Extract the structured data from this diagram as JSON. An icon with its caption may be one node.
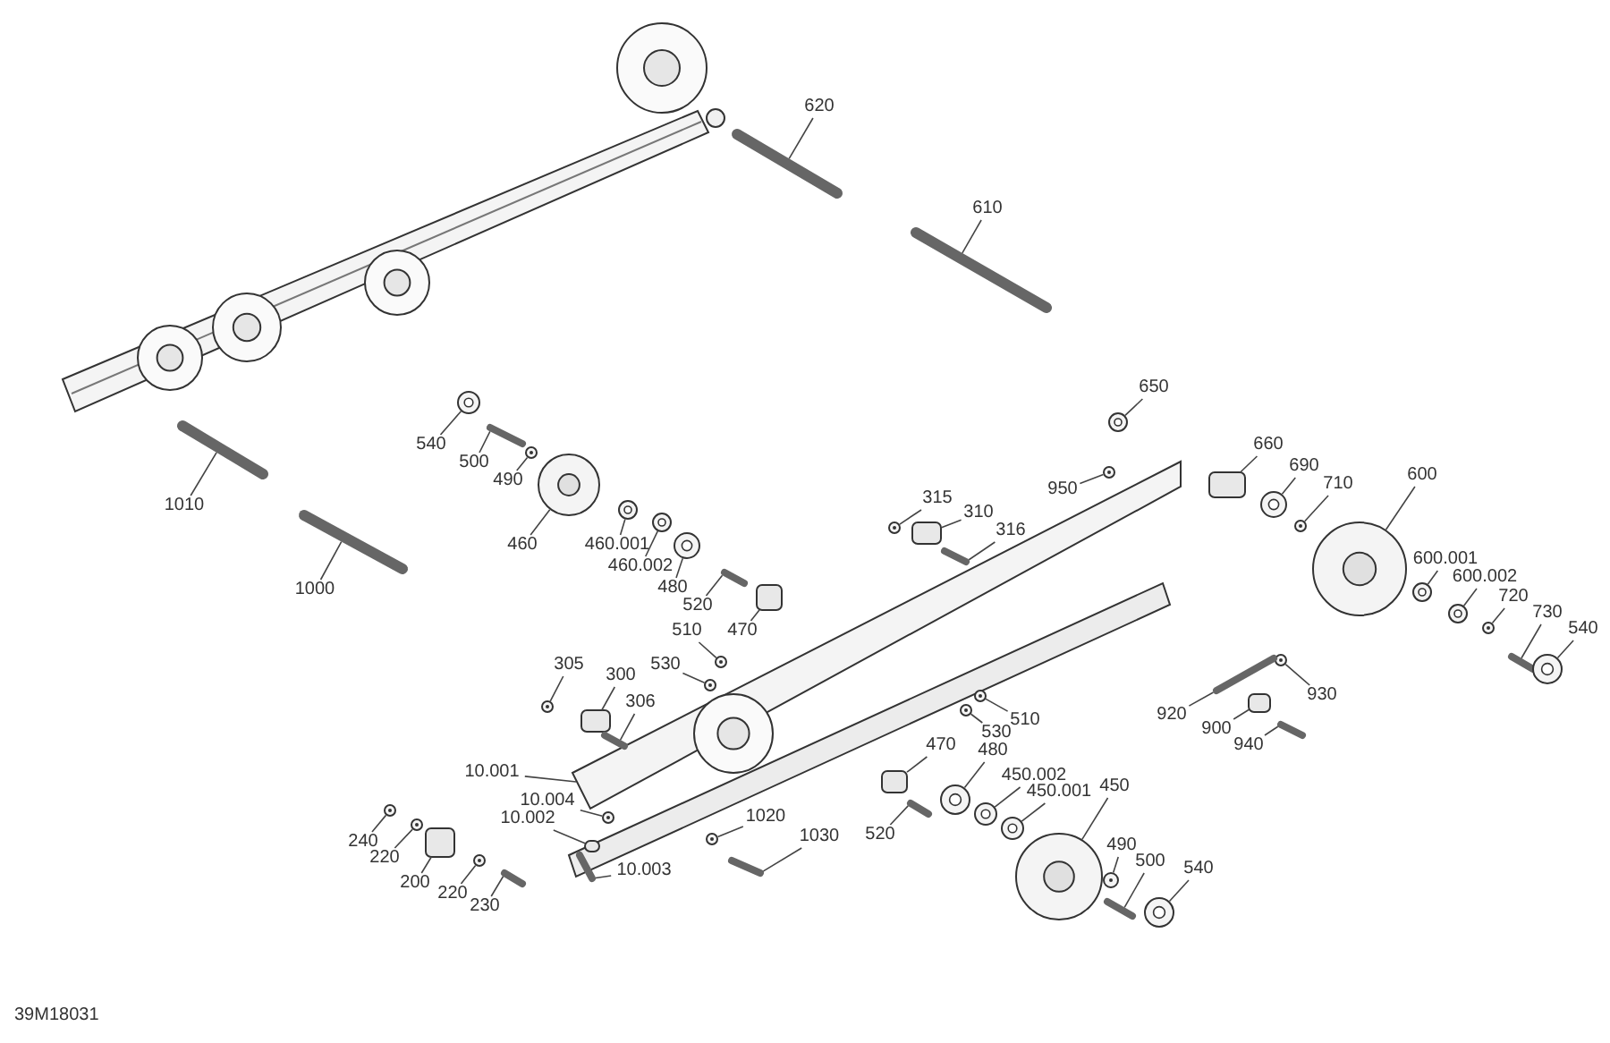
{
  "diagram": {
    "nodes": [
      {
        "text": [
          "620"
        ]
      },
      {
        "text": [
          "610"
        ]
      },
      {
        "text": [
          "540"
        ]
      },
      {
        "text": [
          "500"
        ]
      },
      {
        "text": [
          "490"
        ]
      },
      {
        "text": [
          "650"
        ]
      },
      {
        "text": [
          "660"
        ]
      },
      {
        "text": [
          "690"
        ]
      },
      {
        "text": [
          "950"
        ]
      },
      {
        "text": [
          "710"
        ]
      },
      {
        "text": [
          "600"
        ]
      },
      {
        "text": [
          "315"
        ]
      },
      {
        "text": [
          "1010"
        ]
      },
      {
        "text": [
          "310"
        ]
      },
      {
        "text": [
          "460"
        ]
      },
      {
        "text": [
          "460.001"
        ]
      },
      {
        "text": [
          "316"
        ]
      },
      {
        "text": [
          "460.002"
        ]
      },
      {
        "text": [
          "480"
        ]
      },
      {
        "text": [
          "1000"
        ]
      },
      {
        "text": [
          "600.001"
        ]
      },
      {
        "text": [
          "600.002"
        ]
      },
      {
        "text": [
          "720"
        ]
      },
      {
        "text": [
          "520"
        ]
      },
      {
        "text": [
          "730"
        ]
      },
      {
        "text": [
          "470"
        ]
      },
      {
        "text": [
          "540"
        ]
      },
      {
        "text": [
          "510"
        ]
      },
      {
        "text": [
          "530"
        ]
      },
      {
        "text": [
          "305"
        ]
      },
      {
        "text": [
          "300"
        ]
      },
      {
        "text": [
          "930"
        ]
      },
      {
        "text": [
          "306"
        ]
      },
      {
        "text": [
          "920"
        ]
      },
      {
        "text": [
          "510"
        ]
      },
      {
        "text": [
          "900"
        ]
      },
      {
        "text": [
          "530"
        ]
      },
      {
        "text": [
          "470"
        ]
      },
      {
        "text": [
          "940"
        ]
      },
      {
        "text": [
          "480"
        ]
      },
      {
        "text": [
          "10.001"
        ]
      },
      {
        "text": [
          "450.002"
        ]
      },
      {
        "text": [
          "450.001"
        ]
      },
      {
        "text": [
          "450"
        ]
      },
      {
        "text": [
          "10.004"
        ]
      },
      {
        "text": [
          "1020"
        ]
      },
      {
        "text": [
          "10.002"
        ]
      },
      {
        "text": [
          "1030"
        ]
      },
      {
        "text": [
          "520"
        ]
      },
      {
        "text": [
          "240"
        ]
      },
      {
        "text": [
          "490"
        ]
      },
      {
        "text": [
          "220"
        ]
      },
      {
        "text": [
          "500"
        ]
      },
      {
        "text": [
          "540"
        ]
      },
      {
        "text": [
          "10.003"
        ]
      },
      {
        "text": [
          "200"
        ]
      },
      {
        "text": [
          "220"
        ]
      },
      {
        "text": [
          "230"
        ]
      },
      {
        "text": [],
        "shape": "bar"
      },
      {
        "text": [],
        "shape": "bar"
      },
      {
        "text": [],
        "shape": "circle"
      },
      {
        "text": [],
        "shape": "bar"
      },
      {
        "text": [],
        "shape": "circle"
      },
      {
        "text": [],
        "shape": "circle"
      },
      {
        "text": [],
        "shape": "box"
      },
      {
        "text": [],
        "shape": "circle"
      },
      {
        "text": [],
        "shape": "circle"
      },
      {
        "text": [],
        "shape": "circle"
      },
      {
        "text": [],
        "shape": "circle"
      },
      {
        "text": [],
        "shape": "circle"
      },
      {
        "text": [],
        "shape": "bar"
      },
      {
        "text": [],
        "shape": "box"
      },
      {
        "text": [],
        "shape": "circle"
      },
      {
        "text": [],
        "shape": "circle"
      },
      {
        "text": [],
        "shape": "bar"
      },
      {
        "text": [],
        "shape": "circle"
      },
      {
        "text": [],
        "shape": "circle"
      },
      {
        "text": [],
        "shape": "bar"
      },
      {
        "text": [],
        "shape": "circle"
      },
      {
        "text": [],
        "shape": "circle"
      },
      {
        "text": [],
        "shape": "circle"
      },
      {
        "text": [],
        "shape": "bar"
      },
      {
        "text": [],
        "shape": "bar"
      },
      {
        "text": [],
        "shape": "box"
      },
      {
        "text": [],
        "shape": "circle"
      },
      {
        "text": [],
        "shape": "circle"
      },
      {
        "text": [],
        "shape": "circle"
      },
      {
        "text": [],
        "shape": "circle"
      },
      {
        "text": [],
        "shape": "box"
      },
      {
        "text": [],
        "shape": "circle"
      },
      {
        "text": [],
        "shape": "bar"
      },
      {
        "text": [],
        "shape": "bar"
      },
      {
        "text": [],
        "shape": "circle"
      },
      {
        "text": [],
        "shape": "box"
      },
      {
        "text": [],
        "shape": "circle"
      },
      {
        "text": [],
        "shape": "box"
      },
      {
        "text": [],
        "shape": "bar"
      },
      {
        "text": [],
        "shape": "circle"
      },
      {
        "text": [],
        "shape": "bar"
      },
      {
        "text": [],
        "shape": "circle"
      },
      {
        "text": [],
        "shape": "circle"
      },
      {
        "text": [],
        "shape": "circle"
      },
      {
        "text": [],
        "shape": "circle"
      },
      {
        "text": [],
        "shape": "circle"
      },
      {
        "text": [],
        "shape": "box"
      },
      {
        "text": [],
        "shape": "bar"
      },
      {
        "text": [],
        "shape": "bar"
      },
      {
        "text": [],
        "shape": "circle"
      },
      {
        "text": [],
        "shape": "circle"
      },
      {
        "text": [],
        "shape": "circle"
      },
      {
        "text": [],
        "shape": "bar"
      },
      {
        "text": [],
        "shape": "circle"
      },
      {
        "text": [],
        "shape": "bar"
      },
      {
        "text": [],
        "shape": "box"
      },
      {
        "text": [],
        "shape": "circle"
      },
      {
        "text": [],
        "shape": "bar"
      }
    ],
    "edges": [
      {
        "from": 0,
        "to": 58,
        "arrow": "none"
      },
      {
        "from": 1,
        "to": 59,
        "arrow": "none"
      },
      {
        "from": 2,
        "to": 60,
        "arrow": "none"
      },
      {
        "from": 3,
        "to": 61,
        "arrow": "none"
      },
      {
        "from": 4,
        "to": 62,
        "arrow": "none"
      },
      {
        "from": 5,
        "to": 63,
        "arrow": "none"
      },
      {
        "from": 6,
        "to": 64,
        "arrow": "none"
      },
      {
        "from": 7,
        "to": 65,
        "arrow": "none"
      },
      {
        "from": 8,
        "to": 66,
        "arrow": "none"
      },
      {
        "from": 9,
        "to": 67,
        "arrow": "none"
      },
      {
        "from": 10,
        "to": 68,
        "arrow": "none"
      },
      {
        "from": 11,
        "to": 69,
        "arrow": "none"
      },
      {
        "from": 12,
        "to": 70,
        "arrow": "none"
      },
      {
        "from": 13,
        "to": 71,
        "arrow": "none"
      },
      {
        "from": 14,
        "to": 72,
        "arrow": "none"
      },
      {
        "from": 15,
        "to": 73,
        "arrow": "none"
      },
      {
        "from": 16,
        "to": 74,
        "arrow": "none"
      },
      {
        "from": 17,
        "to": 75,
        "arrow": "none"
      },
      {
        "from": 18,
        "to": 76,
        "arrow": "none"
      },
      {
        "from": 19,
        "to": 77,
        "arrow": "none"
      },
      {
        "from": 20,
        "to": 78,
        "arrow": "none"
      },
      {
        "from": 21,
        "to": 79,
        "arrow": "none"
      },
      {
        "from": 22,
        "to": 80,
        "arrow": "none"
      },
      {
        "from": 23,
        "to": 81,
        "arrow": "none"
      },
      {
        "from": 24,
        "to": 82,
        "arrow": "none"
      },
      {
        "from": 25,
        "to": 83,
        "arrow": "none"
      },
      {
        "from": 26,
        "to": 84,
        "arrow": "none"
      },
      {
        "from": 27,
        "to": 85,
        "arrow": "none"
      },
      {
        "from": 28,
        "to": 86,
        "arrow": "none"
      },
      {
        "from": 29,
        "to": 87,
        "arrow": "none"
      },
      {
        "from": 30,
        "to": 88,
        "arrow": "none"
      },
      {
        "from": 31,
        "to": 89,
        "arrow": "none"
      },
      {
        "from": 32,
        "to": 90,
        "arrow": "none"
      },
      {
        "from": 33,
        "to": 91,
        "arrow": "none"
      },
      {
        "from": 34,
        "to": 92,
        "arrow": "none"
      },
      {
        "from": 35,
        "to": 93,
        "arrow": "none"
      },
      {
        "from": 36,
        "to": 94,
        "arrow": "none"
      },
      {
        "from": 37,
        "to": 95,
        "arrow": "none"
      },
      {
        "from": 38,
        "to": 96,
        "arrow": "none"
      },
      {
        "from": 39,
        "to": 97,
        "arrow": "none"
      },
      {
        "from": 40,
        "to": 98,
        "arrow": "none"
      },
      {
        "from": 41,
        "to": 99,
        "arrow": "none"
      },
      {
        "from": 42,
        "to": 100,
        "arrow": "none"
      },
      {
        "from": 43,
        "to": 101,
        "arrow": "none"
      },
      {
        "from": 44,
        "to": 102,
        "arrow": "none"
      },
      {
        "from": 45,
        "to": 103,
        "arrow": "none"
      },
      {
        "from": 46,
        "to": 104,
        "arrow": "none"
      },
      {
        "from": 47,
        "to": 105,
        "arrow": "none"
      },
      {
        "from": 48,
        "to": 106,
        "arrow": "none"
      },
      {
        "from": 49,
        "to": 107,
        "arrow": "none"
      },
      {
        "from": 50,
        "to": 108,
        "arrow": "none"
      },
      {
        "from": 51,
        "to": 109,
        "arrow": "none"
      },
      {
        "from": 52,
        "to": 110,
        "arrow": "none"
      },
      {
        "from": 53,
        "to": 111,
        "arrow": "none"
      },
      {
        "from": 54,
        "to": 112,
        "arrow": "none"
      },
      {
        "from": 55,
        "to": 113,
        "arrow": "none"
      },
      {
        "from": 56,
        "to": 114,
        "arrow": "none"
      },
      {
        "from": 57,
        "to": 115,
        "arrow": "none"
      }
    ],
    "labels": [
      "39M18031"
    ]
  }
}
